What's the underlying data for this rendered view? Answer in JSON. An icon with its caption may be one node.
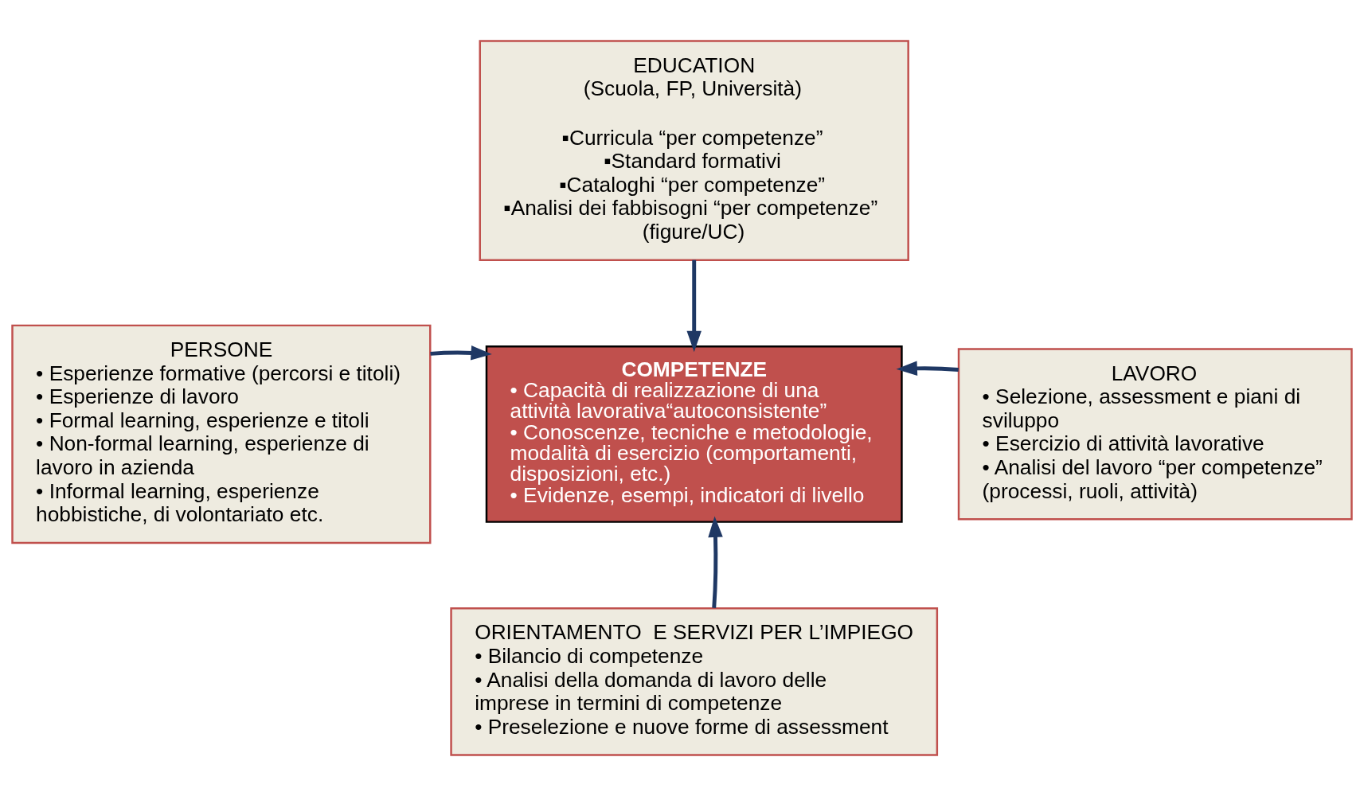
{
  "diagram": {
    "nodes": [
      {
        "text": [
          "EDUCATION",
          "(Scuola, FP, Università)",
          "▪Curricula “per competenze”",
          "▪Standard formativi",
          "▪Cataloghi “per competenze”",
          "▪Analisi dei fabbisogni “per competenze” (figure/UC)"
        ]
      },
      {
        "text": [
          "PERSONE",
          "• Esperienze formative (percorsi e titoli)",
          "• Esperienze di lavoro",
          "• Formal learning, esperienze e titoli",
          "• Non-formal learning, esperienze di lavoro in azienda",
          "• Informal learning, esperienze hobbistiche, di volontariato etc."
        ]
      },
      {
        "text": [
          "COMPETENZE",
          "• Capacità di realizzazione di una attività lavorativa“autoconsistente”",
          "• Conoscenze, tecniche e metodologie, modalità di esercizio (comportamenti, disposizioni, etc.)",
          "• Evidenze, esempi, indicatori di livello"
        ]
      },
      {
        "text": [
          "LAVORO",
          "• Selezione, assessment e piani di sviluppo",
          "• Esercizio di attività lavorative",
          "• Analisi del lavoro “per competenze” (processi, ruoli, attività)"
        ]
      },
      {
        "text": [
          "ORIENTAMENTO  E SERVIZI PER L’IMPIEGO",
          "• Bilancio di competenze",
          "• Analisi della domanda di lavoro delle imprese in termini di competenze",
          "• Preselezione e nuove forme di assessment"
        ]
      }
    ],
    "edges": [
      {
        "from": 0,
        "to": 2,
        "arrow": "to"
      },
      {
        "from": 1,
        "to": 2,
        "arrow": "to"
      },
      {
        "from": 3,
        "to": 2,
        "arrow": "to"
      },
      {
        "from": 4,
        "to": 2,
        "arrow": "to"
      }
    ]
  }
}
